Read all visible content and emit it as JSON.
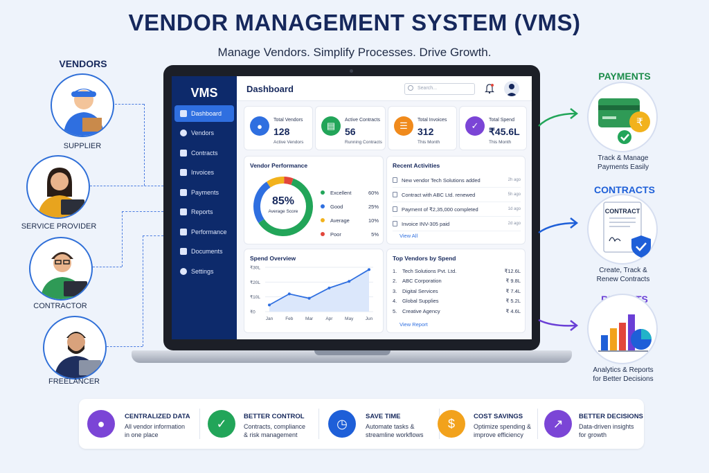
{
  "title": "VENDOR MANAGEMENT SYSTEM (VMS)",
  "tagline": "Manage Vendors. Simplify Processes. Drive Growth.",
  "vendors": {
    "heading": "VENDORS",
    "items": [
      {
        "label": "SUPPLIER"
      },
      {
        "label": "SERVICE PROVIDER"
      },
      {
        "label": "CONTRACTOR"
      },
      {
        "label": "FREELANCER"
      }
    ]
  },
  "app": {
    "brand": "VMS",
    "page_title": "Dashboard",
    "search_placeholder": "Search...",
    "nav": [
      {
        "label": "Dashboard",
        "icon": "home-icon"
      },
      {
        "label": "Vendors",
        "icon": "user-icon"
      },
      {
        "label": "Contracts",
        "icon": "document-icon"
      },
      {
        "label": "Invoices",
        "icon": "invoice-icon"
      },
      {
        "label": "Payments",
        "icon": "dollar-icon"
      },
      {
        "label": "Reports",
        "icon": "chart-icon"
      },
      {
        "label": "Performance",
        "icon": "performance-icon"
      },
      {
        "label": "Documents",
        "icon": "file-icon"
      },
      {
        "label": "Settings",
        "icon": "gear-icon"
      }
    ],
    "stats": [
      {
        "label": "Total Vendors",
        "value": "128",
        "sub": "Active Vendors",
        "color": "#2f6fe0"
      },
      {
        "label": "Active Contracts",
        "value": "56",
        "sub": "Running Contracts",
        "color": "#22a559"
      },
      {
        "label": "Total Invoices",
        "value": "312",
        "sub": "This Month",
        "color": "#f08a1c"
      },
      {
        "label": "Total Spend",
        "value": "₹45.6L",
        "sub": "This Month",
        "color": "#7b45d6"
      }
    ],
    "performance": {
      "title": "Vendor Performance",
      "score": "85%",
      "score_label": "Average Score",
      "legend": [
        {
          "label": "Excellent",
          "value": "60%",
          "color": "#22a559"
        },
        {
          "label": "Good",
          "value": "25%",
          "color": "#2f6fe0"
        },
        {
          "label": "Average",
          "value": "10%",
          "color": "#f2b21c"
        },
        {
          "label": "Poor",
          "value": "5%",
          "color": "#e2463b"
        }
      ]
    },
    "activities": {
      "title": "Recent Activities",
      "items": [
        {
          "text": "New vendor Tech Solutions added",
          "time": "2h ago"
        },
        {
          "text": "Contract with ABC Ltd. renewed",
          "time": "5h ago"
        },
        {
          "text": "Payment of ₹2,35,000 completed",
          "time": "1d ago"
        },
        {
          "text": "Invoice INV-305 paid",
          "time": "2d ago"
        }
      ],
      "link": "View All"
    },
    "spend": {
      "title": "Spend Overview"
    },
    "top_vendors": {
      "title": "Top Vendors by Spend",
      "items": [
        {
          "rank": "1.",
          "name": "Tech Solutions Pvt. Ltd.",
          "amount": "₹12.6L"
        },
        {
          "rank": "2.",
          "name": "ABC Corporation",
          "amount": "₹ 9.8L"
        },
        {
          "rank": "3.",
          "name": "Digital Services",
          "amount": "₹ 7.4L"
        },
        {
          "rank": "4.",
          "name": "Global Supplies",
          "amount": "₹ 5.2L"
        },
        {
          "rank": "5.",
          "name": "Creative Agency",
          "amount": "₹ 4.6L"
        }
      ],
      "link": "View Report"
    }
  },
  "chart_data": {
    "type": "line",
    "title": "Spend Overview",
    "categories": [
      "Jan",
      "Feb",
      "Mar",
      "Apr",
      "May",
      "Jun"
    ],
    "values": [
      4.5,
      12,
      9,
      16,
      20.5,
      28.5
    ],
    "ylim": [
      0,
      30
    ],
    "yticks": [
      "₹0",
      "₹10L",
      "₹20L",
      "₹30L"
    ],
    "ytick_values": [
      0,
      10,
      20,
      30
    ],
    "color": "#2f6fe0"
  },
  "right": {
    "payments": {
      "heading": "PAYMENTS",
      "caption1": "Track & Manage",
      "caption2": "Payments Easily"
    },
    "contracts": {
      "heading": "CONTRACTS",
      "caption1": "Create, Track &",
      "caption2": "Renew Contracts",
      "doc_label": "CONTRACT"
    },
    "reports": {
      "heading": "REPORTS",
      "caption1": "Analytics & Reports",
      "caption2": "for Better Decisions"
    }
  },
  "benefits": [
    {
      "head": "CENTRALIZED DATA",
      "line1": "All vendor information",
      "line2": "in one place",
      "color": "#7b45d6",
      "icon": "users-icon"
    },
    {
      "head": "BETTER CONTROL",
      "line1": "Contracts, compliance",
      "line2": "& risk management",
      "color": "#22a559",
      "icon": "shield-icon"
    },
    {
      "head": "SAVE TIME",
      "line1": "Automate tasks &",
      "line2": "streamline workflows",
      "color": "#1e5fd8",
      "icon": "clock-icon"
    },
    {
      "head": "COST SAVINGS",
      "line1": "Optimize spending &",
      "line2": "improve efficiency",
      "color": "#f2a21c",
      "icon": "money-bag-icon"
    },
    {
      "head": "BETTER DECISIONS",
      "line1": "Data-driven insights",
      "line2": "for growth",
      "color": "#7b45d6",
      "icon": "insights-icon"
    }
  ]
}
